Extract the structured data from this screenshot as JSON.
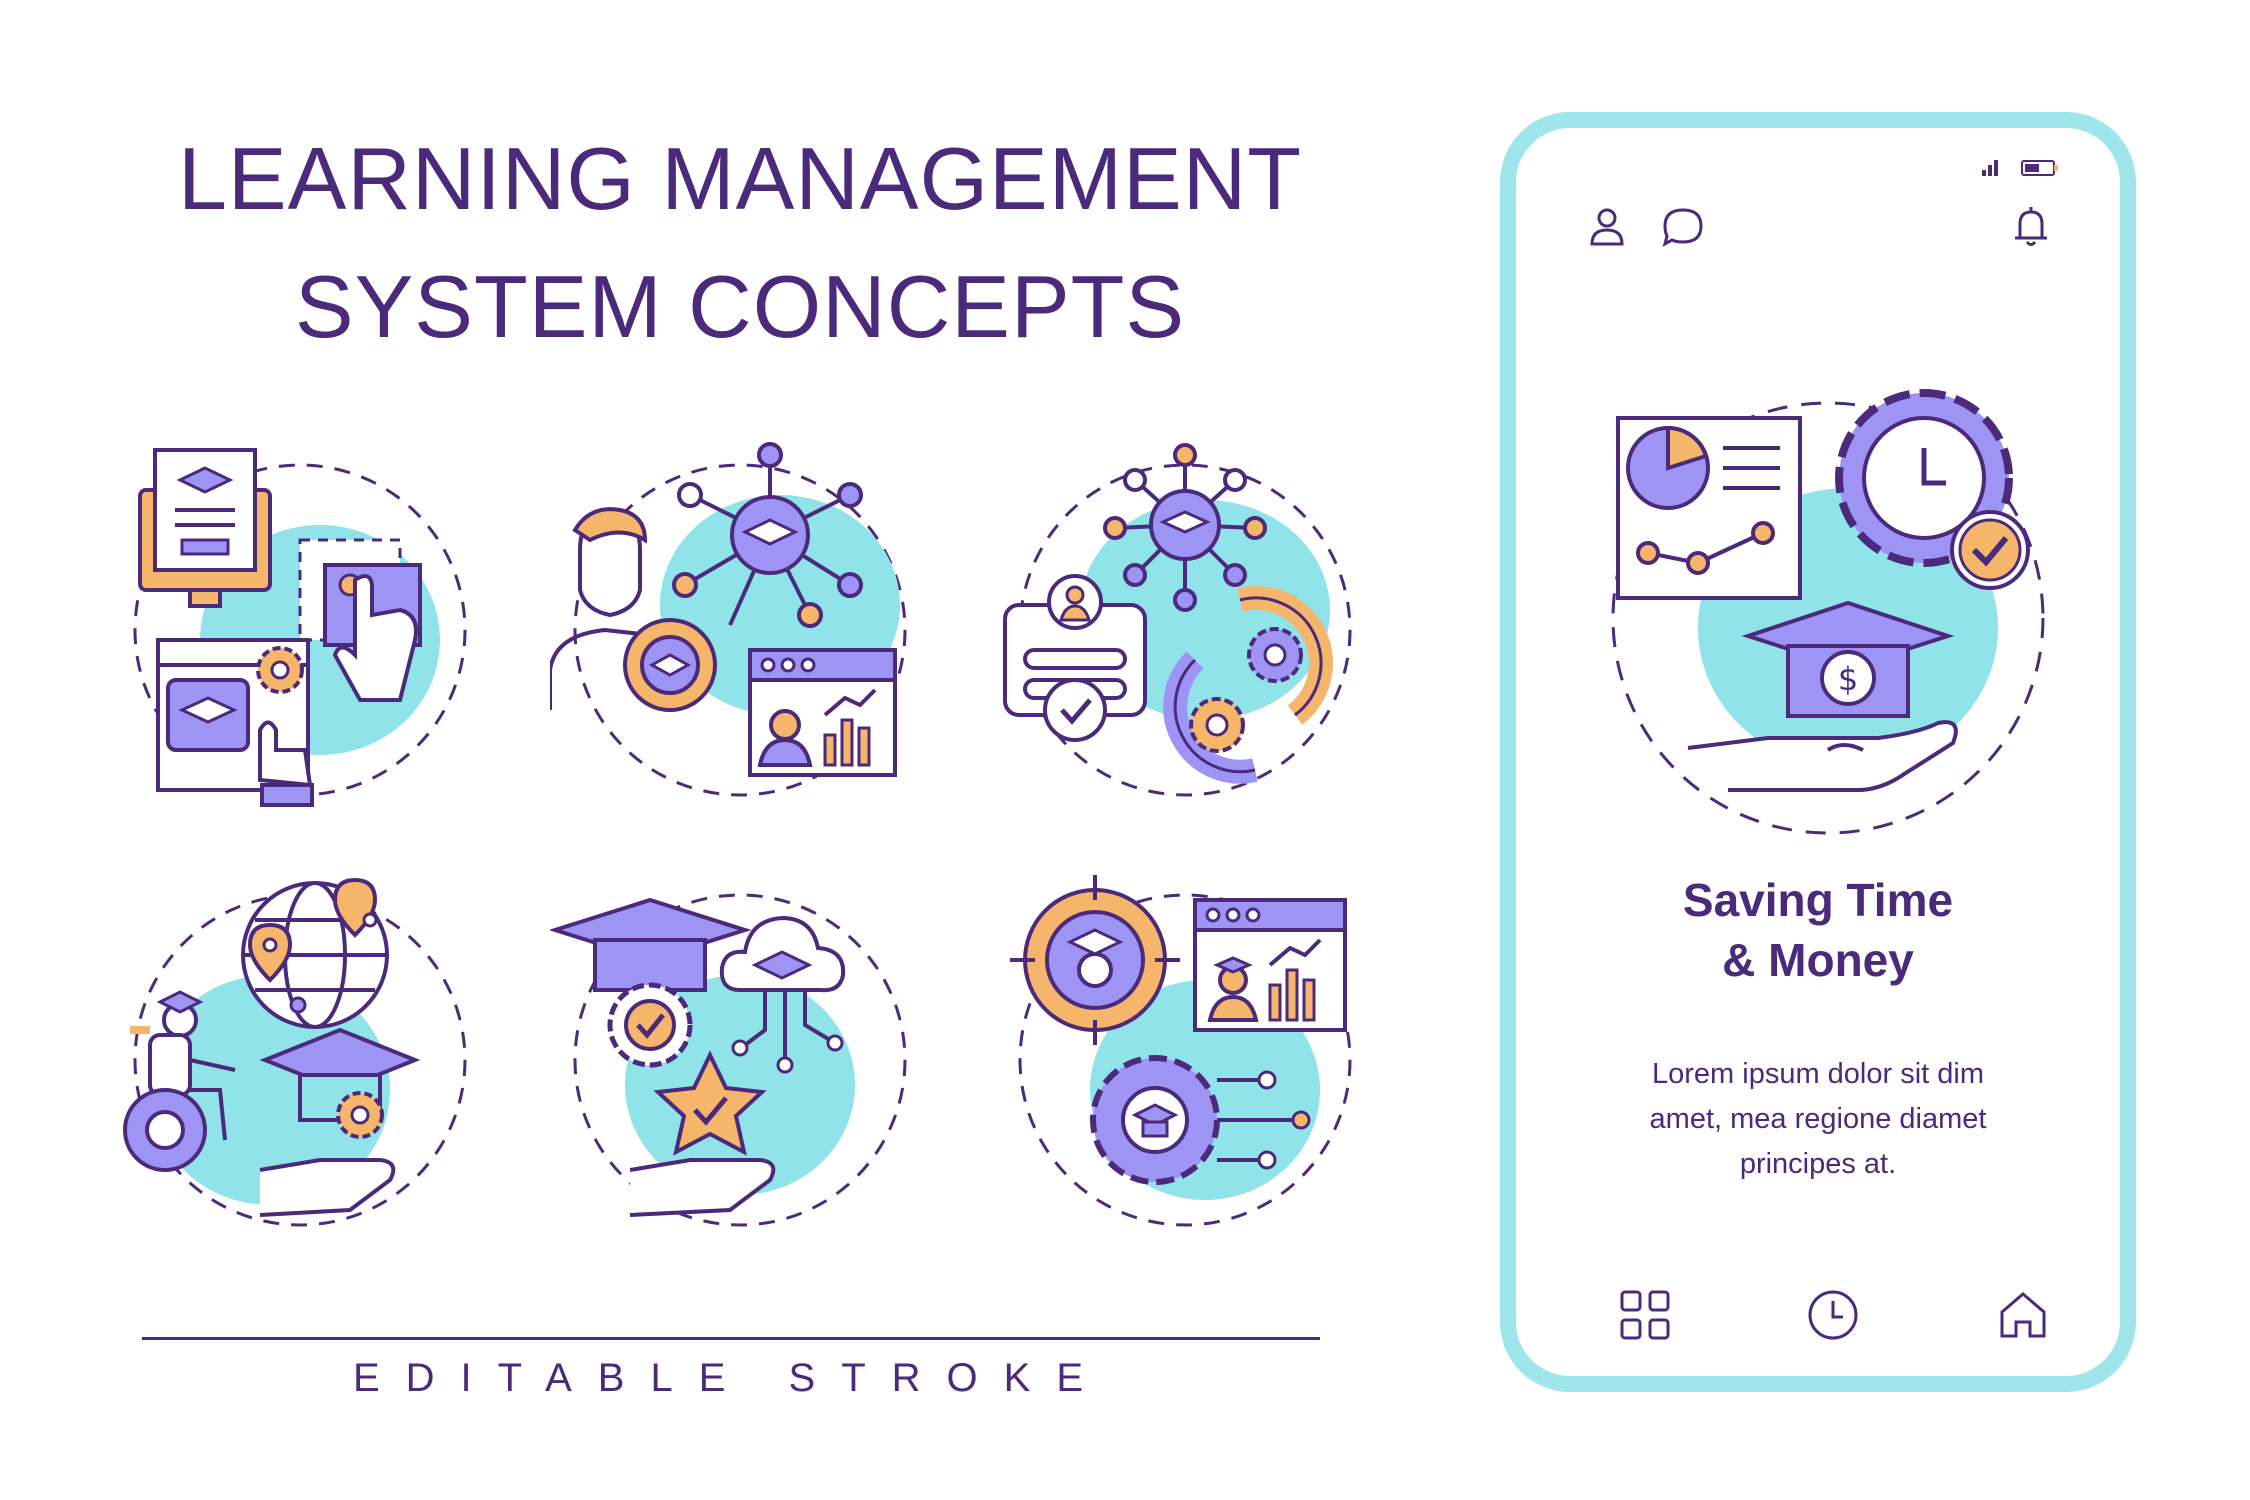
{
  "title": {
    "line1": "LEARNING MANAGEMENT",
    "line2": "SYSTEM CONCEPTS"
  },
  "footer": {
    "label": "EDITABLE STROKE"
  },
  "colors": {
    "purple": "#4b2a7b",
    "lavender": "#9d94f4",
    "orange": "#f5b56a",
    "cyan": "#8fe3e9",
    "phone_border": "#9ee6ea"
  },
  "icons": [
    "content-creation-icon",
    "learner-network-icon",
    "enrollment-automation-icon",
    "remote-accessible-learning-icon",
    "cloud-certification-icon",
    "targeted-training-icon"
  ],
  "phone": {
    "top_icons": [
      "user-icon",
      "chat-bubble-icon",
      "bell-icon"
    ],
    "hero_icon": "saving-time-money-icon",
    "card": {
      "title_line1": "Saving Time",
      "title_line2": "& Money",
      "text_line1": "Lorem ipsum dolor sit dim",
      "text_line2": "amet, mea regione diamet",
      "text_line3": "principes at."
    },
    "nav_icons": [
      "grid-icon",
      "clock-icon",
      "home-icon"
    ]
  }
}
